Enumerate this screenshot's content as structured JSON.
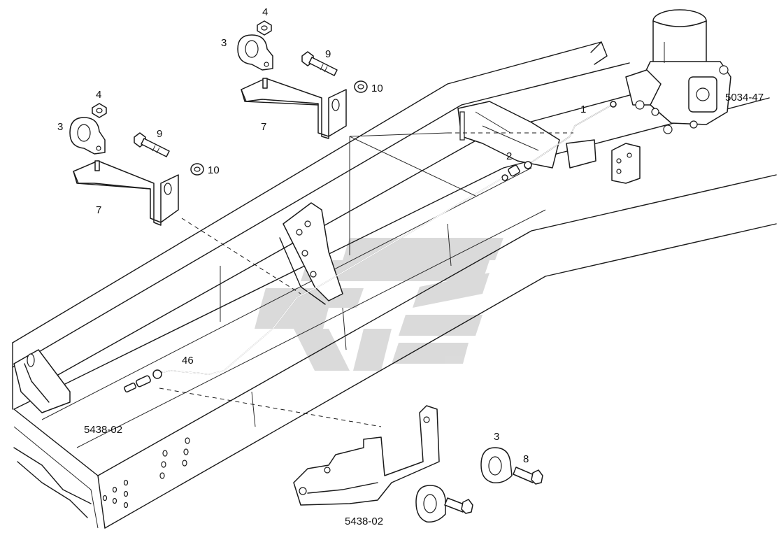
{
  "colors": {
    "line": "#1a1a1a",
    "watermark": "#bdbdbd",
    "background": "#ffffff"
  },
  "labels": {
    "upper_clamp_num": "3",
    "upper_nut_num": "4",
    "upper_bolt_num": "9",
    "upper_washer_num": "10",
    "upper_bracket_num": "7",
    "left_clamp_num": "3",
    "left_nut_num": "4",
    "left_bolt_num": "9",
    "left_washer_num": "10",
    "left_bracket_num": "7",
    "pipe_num": "1",
    "fitting_num": "2",
    "long_pipe_num": "46",
    "lower_clamp_num": "3",
    "lower_bolt_num": "8"
  },
  "refs": {
    "air_dryer_ref": "5034-47",
    "left_ref": "5438-02",
    "bottom_ref": "5438-02"
  }
}
